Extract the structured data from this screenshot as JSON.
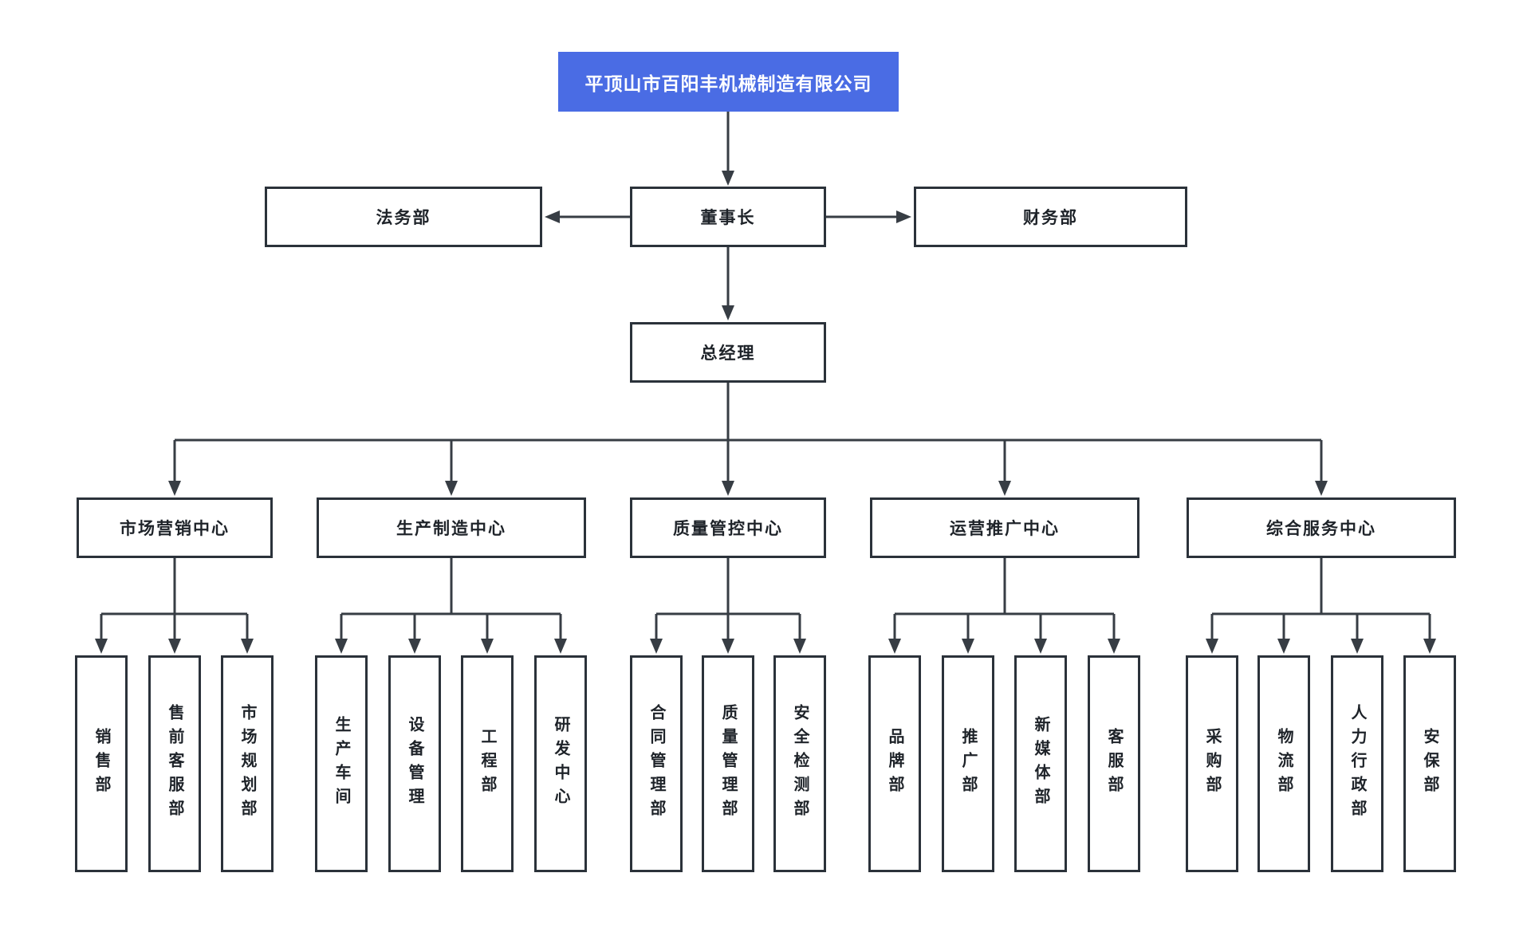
{
  "colors": {
    "accent": "#4a6ce4",
    "accent_text": "#ffffff",
    "line": "#373d44",
    "box_border": "#2b323a",
    "box_bg": "#ffffff",
    "text": "#1e2329",
    "page_bg": "#ffffff"
  },
  "root": {
    "label": "平顶山市百阳丰机械制造有限公司"
  },
  "level2": {
    "legal": "法务部",
    "chairman": "董事长",
    "finance": "财务部"
  },
  "level3": {
    "general_manager": "总经理"
  },
  "centers": [
    {
      "label": "市场营销中心",
      "departments": [
        "销售部",
        "售前客服部",
        "市场规划部"
      ]
    },
    {
      "label": "生产制造中心",
      "departments": [
        "生产车间",
        "设备管理",
        "工程部",
        "研发中心"
      ]
    },
    {
      "label": "质量管控中心",
      "departments": [
        "合同管理部",
        "质量管理部",
        "安全检测部"
      ]
    },
    {
      "label": "运营推广中心",
      "departments": [
        "品牌部",
        "推广部",
        "新媒体部",
        "客服部"
      ]
    },
    {
      "label": "综合服务中心",
      "departments": [
        "采购部",
        "物流部",
        "人力行政部",
        "安保部"
      ]
    }
  ]
}
